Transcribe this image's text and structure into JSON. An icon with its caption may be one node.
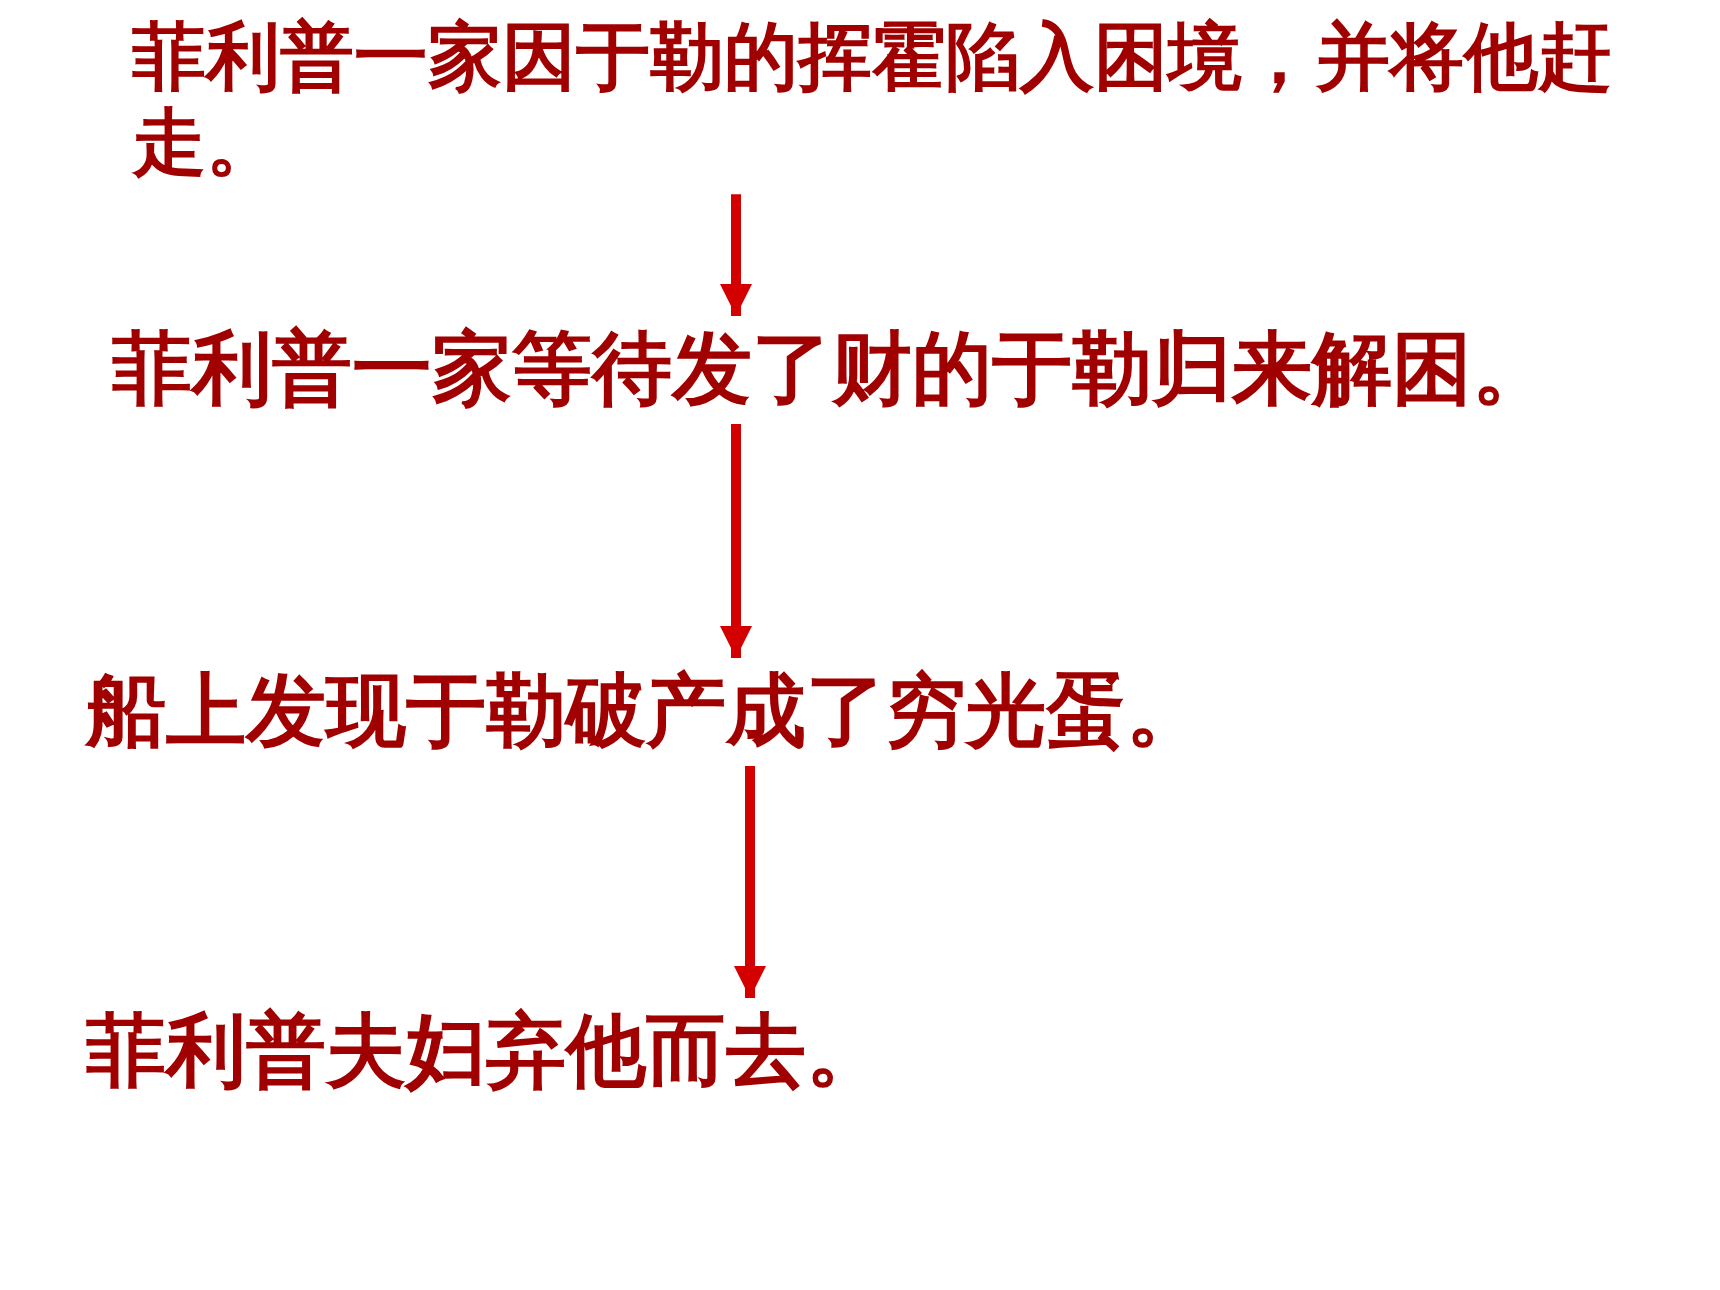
{
  "diagram": {
    "nodes": [
      {
        "text": [
          "菲利普一家因于勒的挥霍陷入困境，并将他赶走。"
        ]
      },
      {
        "text": [
          "菲利普一家等待发了财的于勒归来解困。"
        ]
      },
      {
        "text": [
          "船上发现于勒破产成了穷光蛋。"
        ]
      },
      {
        "text": [
          "菲利普夫妇弃他而去。"
        ]
      }
    ],
    "edges": [
      {
        "from": 0,
        "to": 1,
        "arrow": "to"
      },
      {
        "from": 1,
        "to": 2,
        "arrow": "to"
      },
      {
        "from": 2,
        "to": 3,
        "arrow": "to"
      }
    ]
  }
}
